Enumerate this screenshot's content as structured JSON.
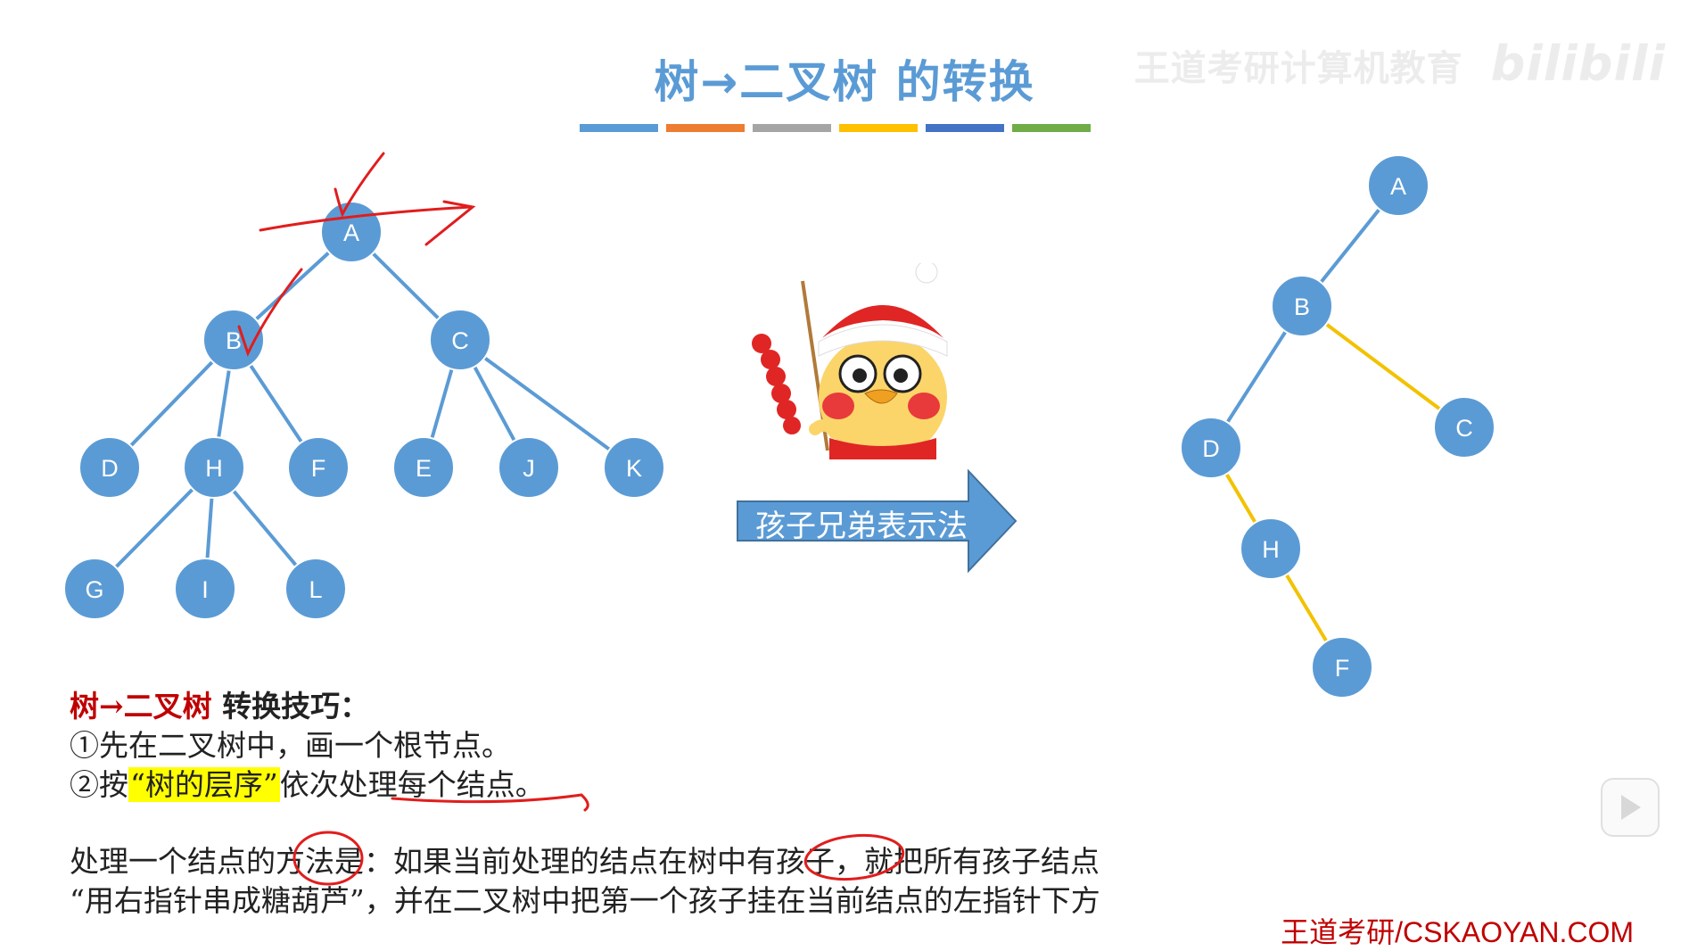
{
  "title": "树→二叉树 的转换",
  "watermark": "王道考研计算机教育",
  "watermark_brand": "bilibili",
  "colors": {
    "node_fill": "#5b9bd5",
    "blue_edge": "#5b9bd5",
    "yellow_edge": "#f2c200",
    "ink": "#e11d1d",
    "title": "#5b9bd5",
    "highlight": "#ffff00"
  },
  "color_bar": [
    "#5b9bd5",
    "#ed7d31",
    "#a5a5a5",
    "#ffc000",
    "#4472c4",
    "#70ad47"
  ],
  "left_tree": {
    "nodes": [
      {
        "id": "A",
        "label": "A"
      },
      {
        "id": "B",
        "label": "B"
      },
      {
        "id": "C",
        "label": "C"
      },
      {
        "id": "D",
        "label": "D"
      },
      {
        "id": "H",
        "label": "H"
      },
      {
        "id": "F",
        "label": "F"
      },
      {
        "id": "E",
        "label": "E"
      },
      {
        "id": "J",
        "label": "J"
      },
      {
        "id": "K",
        "label": "K"
      },
      {
        "id": "G",
        "label": "G"
      },
      {
        "id": "I",
        "label": "I"
      },
      {
        "id": "L",
        "label": "L"
      }
    ],
    "edges": [
      [
        "A",
        "B"
      ],
      [
        "A",
        "C"
      ],
      [
        "B",
        "D"
      ],
      [
        "B",
        "H"
      ],
      [
        "B",
        "F"
      ],
      [
        "C",
        "E"
      ],
      [
        "C",
        "J"
      ],
      [
        "C",
        "K"
      ],
      [
        "H",
        "G"
      ],
      [
        "H",
        "I"
      ],
      [
        "H",
        "L"
      ]
    ]
  },
  "right_tree": {
    "nodes": [
      {
        "id": "A",
        "label": "A"
      },
      {
        "id": "B",
        "label": "B"
      },
      {
        "id": "C",
        "label": "C"
      },
      {
        "id": "D",
        "label": "D"
      },
      {
        "id": "H",
        "label": "H"
      },
      {
        "id": "F",
        "label": "F"
      }
    ],
    "edges": [
      {
        "from": "A",
        "to": "B",
        "kind": "left"
      },
      {
        "from": "B",
        "to": "D",
        "kind": "left"
      },
      {
        "from": "B",
        "to": "C",
        "kind": "right"
      },
      {
        "from": "D",
        "to": "H",
        "kind": "right"
      },
      {
        "from": "H",
        "to": "F",
        "kind": "right"
      }
    ]
  },
  "arrow_label": "孩子兄弟表示法",
  "tips": {
    "heading_red": "树→二叉树",
    "heading_rest": " 转换技巧：",
    "step1": "①先在二叉树中，画一个根节点。",
    "step2_pre": "②按",
    "step2_highlight": "“树的层序”",
    "step2_post": "依次处理每个结点。",
    "method_line1": "处理一个结点的方法是：如果当前处理的结点在树中有孩子，就把所有孩子结点",
    "method_line2": "“用右指针串成糖葫芦”，并在二叉树中把第一个孩子挂在当前结点的左指针下方"
  },
  "footer": "王道考研/CSKAOYAN.COM"
}
